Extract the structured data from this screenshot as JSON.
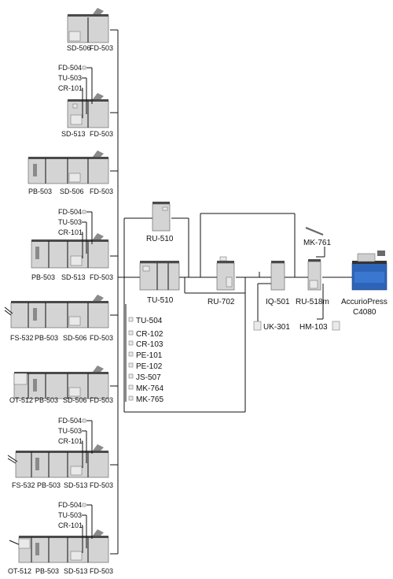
{
  "options": {
    "rows": [
      {
        "labels": [
          "SD-506",
          "FD-503"
        ],
        "callouts": []
      },
      {
        "labels": [
          "SD-513",
          "FD-503"
        ],
        "callouts": [
          "FD-504",
          "TU-503",
          "CR-101"
        ]
      },
      {
        "labels": [
          "PB-503",
          "SD-506",
          "FD-503"
        ],
        "callouts": []
      },
      {
        "labels": [
          "PB-503",
          "SD-513",
          "FD-503"
        ],
        "callouts": [
          "FD-504",
          "TU-503",
          "CR-101"
        ]
      },
      {
        "labels": [
          "FS-532",
          "PB-503",
          "SD-506",
          "FD-503"
        ],
        "callouts": []
      },
      {
        "labels": [
          "OT-512",
          "PB-503",
          "SD-506",
          "FD-503"
        ],
        "callouts": []
      },
      {
        "labels": [
          "FS-532",
          "PB-503",
          "SD-513",
          "FD-503"
        ],
        "callouts": [
          "FD-504",
          "TU-503",
          "CR-101"
        ]
      },
      {
        "labels": [
          "OT-512",
          "PB-503",
          "SD-513",
          "FD-503"
        ],
        "callouts": [
          "FD-504",
          "TU-503",
          "CR-101"
        ]
      }
    ]
  },
  "units": {
    "ru510": "RU-510",
    "tu510": "TU-510",
    "ru702": "RU-702",
    "iq501": "IQ-501",
    "ru518m": "RU-518m",
    "mk761": "MK-761",
    "uk301": "UK-301",
    "hm103": "HM-103",
    "press_line1": "AccurioPress",
    "press_line2": "C4080"
  },
  "tu510_options": [
    "TU-504",
    "CR-102",
    "CR-103",
    "PE-101",
    "PE-102",
    "JS-507",
    "MK-764",
    "MK-765"
  ]
}
